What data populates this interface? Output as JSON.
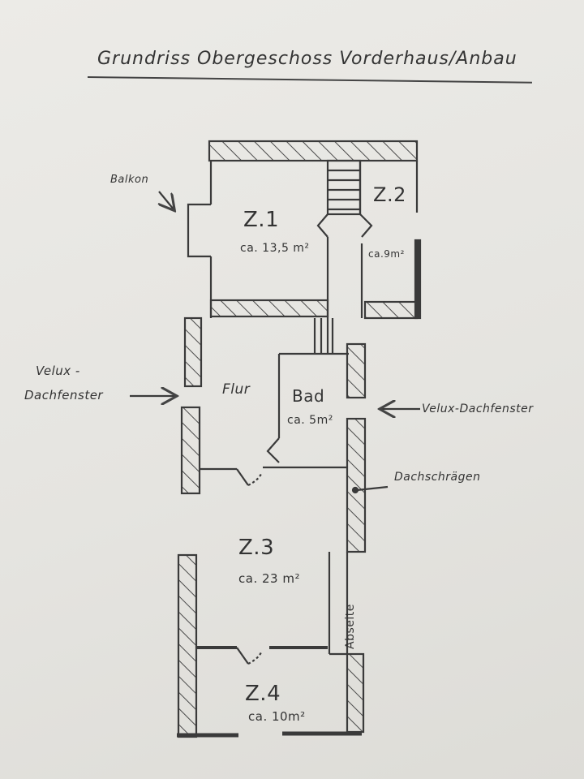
{
  "title": "Grundriss Obergeschoss  Vorderhaus/Anbau",
  "rooms": {
    "z1": {
      "name": "Z.1",
      "area": "ca. 13,5 m²"
    },
    "z2": {
      "name": "Z.2",
      "area": "ca.9m²"
    },
    "flur": {
      "name": "Flur"
    },
    "bad": {
      "name": "Bad",
      "area": "ca. 5m²"
    },
    "z3": {
      "name": "Z.3",
      "area": "ca. 23 m²"
    },
    "abseite": {
      "name": "Abseite"
    },
    "z4": {
      "name": "Z.4",
      "area": "ca. 10m²"
    }
  },
  "annotations": {
    "balkon": "Balkon",
    "velux_left_line1": "Velux -",
    "velux_left_line2": "Dachfenster",
    "velux_right": "Velux-Dachfenster",
    "dachschraegen": "Dachschrägen"
  }
}
